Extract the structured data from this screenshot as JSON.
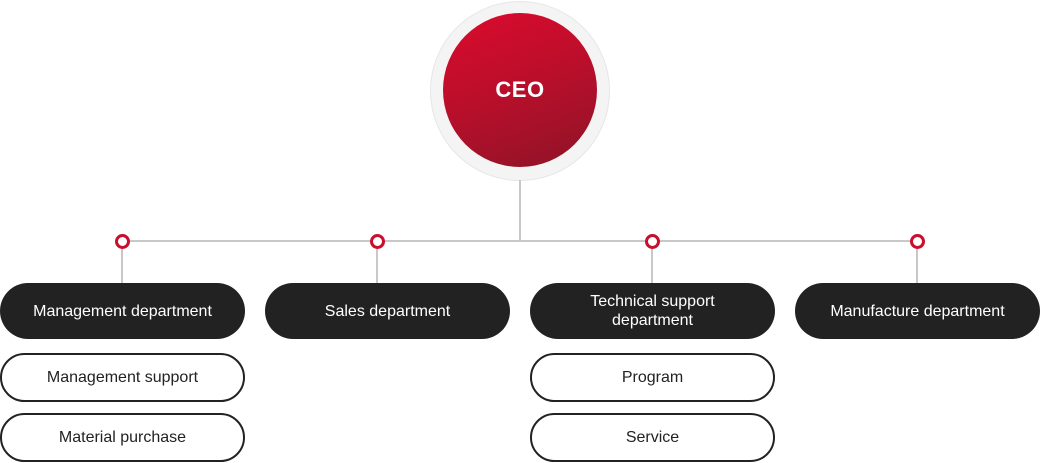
{
  "chart": {
    "ceo": "CEO",
    "departments": [
      {
        "label": "Management department",
        "units": [
          "Management support",
          "Material purchase"
        ]
      },
      {
        "label": "Sales department",
        "units": []
      },
      {
        "label": "Technical support\ndepartment",
        "units": [
          "Program",
          "Service"
        ]
      },
      {
        "label": "Manufacture department",
        "units": []
      }
    ]
  },
  "colors": {
    "accent": "#c8102e",
    "dept_fill": "#222222",
    "connector": "#c8c8c8"
  }
}
